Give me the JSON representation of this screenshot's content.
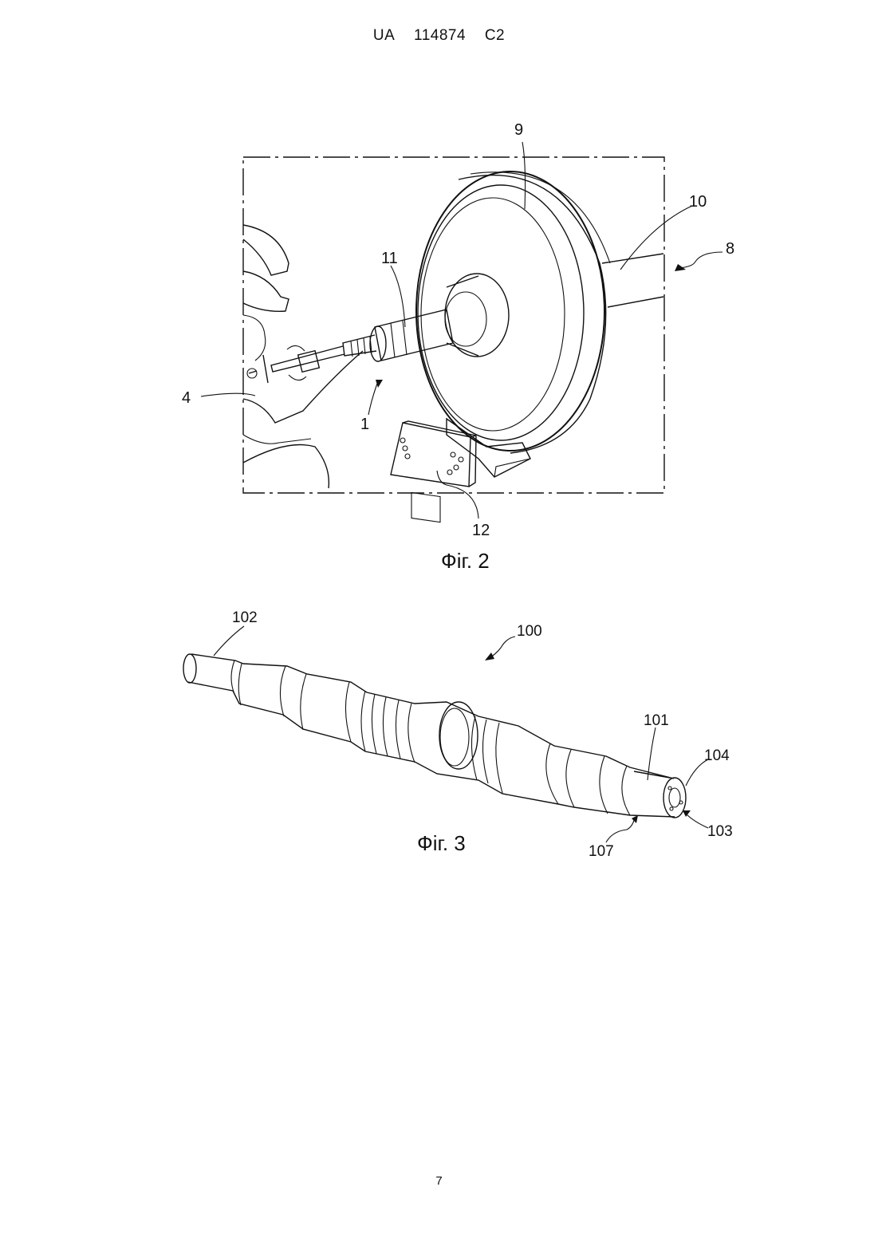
{
  "header": {
    "country": "UA",
    "number": "114874",
    "kind": "C2"
  },
  "figure2": {
    "caption": "Фіг. 2",
    "labels": {
      "l9": "9",
      "l10": "10",
      "l8": "8",
      "l11": "11",
      "l4": "4",
      "l1": "1",
      "l12": "12"
    }
  },
  "figure3": {
    "caption": "Фіг. 3",
    "labels": {
      "l102": "102",
      "l100": "100",
      "l101": "101",
      "l104": "104",
      "l103": "103",
      "l107": "107"
    }
  },
  "footer": {
    "page_number": "7"
  }
}
